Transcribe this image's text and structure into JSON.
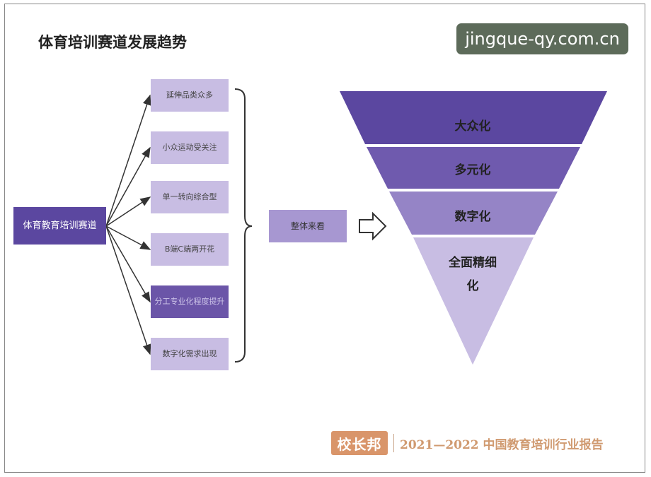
{
  "title": "体育培训赛道发展趋势",
  "watermark": "jingque-qy.com.cn",
  "source": "体育教育培训赛道",
  "branches": [
    {
      "label": "延伸品类众多"
    },
    {
      "label": "小众运动受关注"
    },
    {
      "label": "单一转向综合型"
    },
    {
      "label": "B端C端两开花"
    },
    {
      "label": "分工专业化程度提升"
    },
    {
      "label": "数字化需求出现"
    }
  ],
  "summary": "整体来看",
  "pyramid": [
    {
      "label": "大众化",
      "color": "#5b47a0"
    },
    {
      "label": "多元化",
      "color": "#6f5aae"
    },
    {
      "label": "数字化",
      "color": "#9584c6"
    },
    {
      "label": "全面精细化",
      "color": "#c8bde3"
    }
  ],
  "footer": {
    "logo": "校长邦",
    "text": "2021—2022 中国教育培训行业报告"
  }
}
